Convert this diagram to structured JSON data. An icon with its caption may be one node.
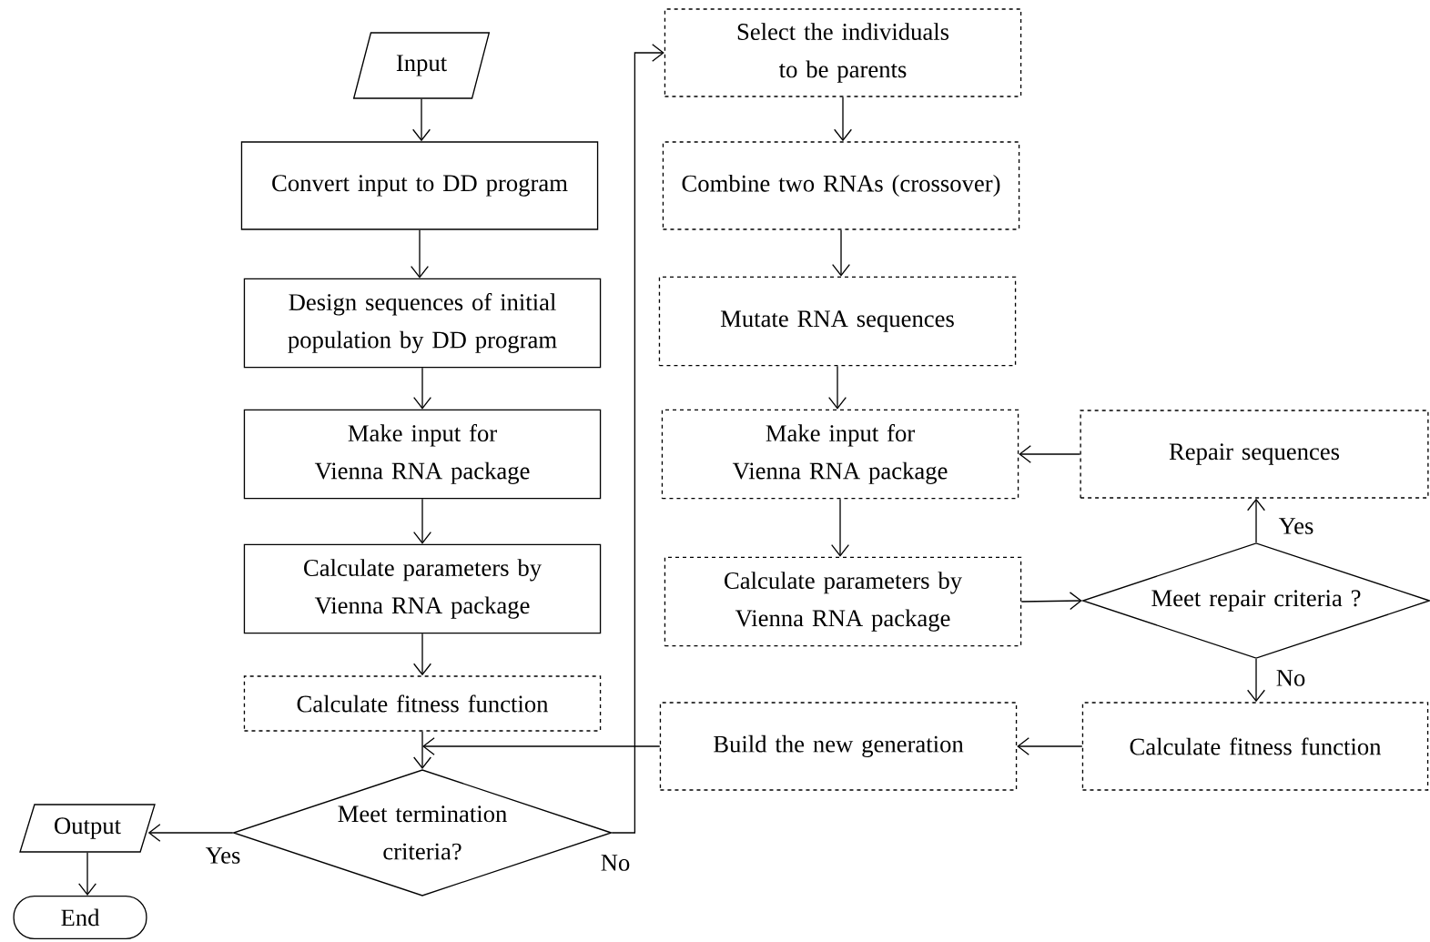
{
  "diagram": {
    "nodes": [
      {
        "text": [
          "Input"
        ]
      },
      {
        "text": [
          "Convert input to DD program"
        ]
      },
      {
        "text": [
          "Design sequences of initial population by DD program"
        ]
      },
      {
        "text": [
          "Make input for Vienna RNA package"
        ]
      },
      {
        "text": [
          "Calculate parameters by Vienna RNA package"
        ]
      },
      {
        "text": [
          "Calculate fitness function"
        ]
      },
      {
        "text": [
          "Meet termination criteria?"
        ]
      },
      {
        "text": [
          "Output"
        ]
      },
      {
        "text": [
          "End"
        ]
      },
      {
        "text": [
          "Select the individuals to be parents"
        ]
      },
      {
        "text": [
          "Combine two RNAs (crossover)"
        ]
      },
      {
        "text": [
          "Mutate RNA sequences"
        ]
      },
      {
        "text": [
          "Make input for Vienna RNA package"
        ]
      },
      {
        "text": [
          "Calculate parameters by Vienna RNA package"
        ]
      },
      {
        "text": [
          "Repair sequences"
        ]
      },
      {
        "text": [
          "Meet repair criteria ?"
        ]
      },
      {
        "text": [
          "Calculate fitness function"
        ]
      },
      {
        "text": [
          "Build the new generation"
        ]
      }
    ],
    "edges": [
      {
        "from": 0,
        "to": 1,
        "arrow": "to"
      },
      {
        "from": 1,
        "to": 2,
        "arrow": "to"
      },
      {
        "from": 2,
        "to": 3,
        "arrow": "to"
      },
      {
        "from": 3,
        "to": 4,
        "arrow": "to"
      },
      {
        "from": 4,
        "to": 5,
        "arrow": "to"
      },
      {
        "from": 5,
        "to": 6,
        "arrow": "to"
      },
      {
        "from": 6,
        "to": 7,
        "arrow": "to",
        "label": "Yes"
      },
      {
        "from": 7,
        "to": 8,
        "arrow": "to"
      },
      {
        "from": 6,
        "to": 9,
        "arrow": "to",
        "label": "No"
      },
      {
        "from": 9,
        "to": 10,
        "arrow": "to"
      },
      {
        "from": 10,
        "to": 11,
        "arrow": "to"
      },
      {
        "from": 11,
        "to": 12,
        "arrow": "to"
      },
      {
        "from": 12,
        "to": 13,
        "arrow": "to"
      },
      {
        "from": 13,
        "to": 15,
        "arrow": "to"
      },
      {
        "from": 15,
        "to": 14,
        "arrow": "to",
        "label": "Yes"
      },
      {
        "from": 15,
        "to": 16,
        "arrow": "to",
        "label": "No"
      },
      {
        "from": 14,
        "to": 12,
        "arrow": "to"
      },
      {
        "from": 16,
        "to": 17,
        "arrow": "to"
      },
      {
        "from": 17,
        "to": 6,
        "arrow": "to"
      }
    ]
  }
}
